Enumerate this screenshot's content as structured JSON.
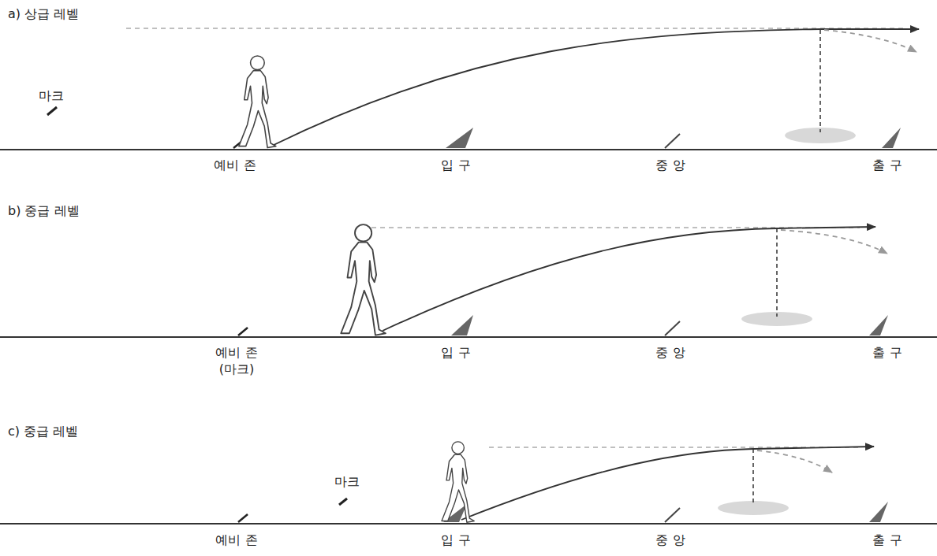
{
  "diagram": {
    "labels": [
      "a) 상급 레벨",
      "마크",
      "예비 존",
      "입 구",
      "중 앙",
      "출 구",
      "b) 중급 레벨",
      "예비 존 (마크)",
      "입 구",
      "중 앙",
      "출 구",
      "c) 중급 레벨",
      "마크",
      "예비 존",
      "입 구",
      "중 앙",
      "출 구"
    ]
  }
}
